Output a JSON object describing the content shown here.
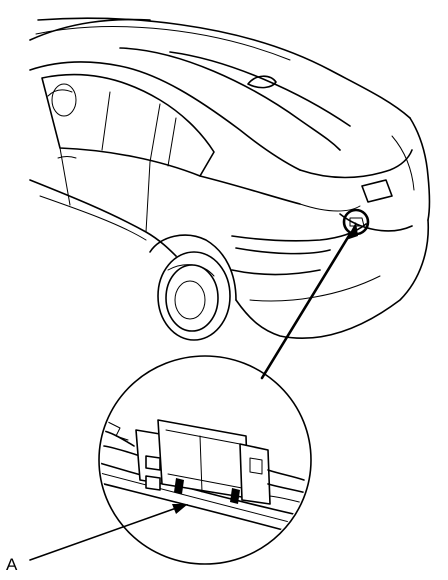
{
  "callout": {
    "label": "A"
  },
  "parts": {
    "vehicle": "car-rear-quarter-view",
    "detail": "harness-connector-closeup"
  }
}
